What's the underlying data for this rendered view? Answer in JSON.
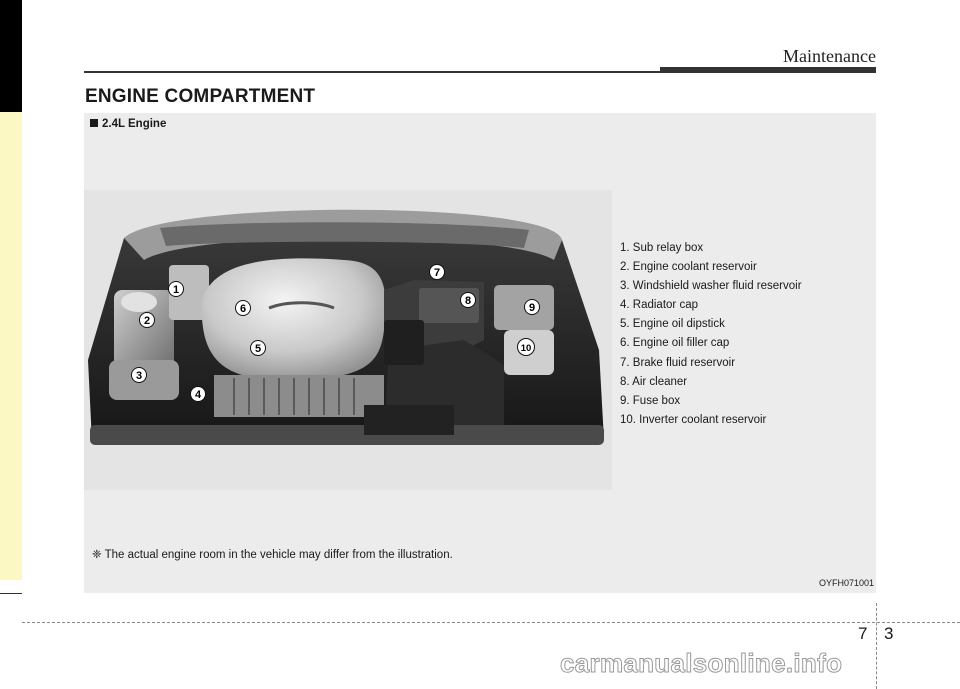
{
  "header": {
    "section_title": "Maintenance"
  },
  "page": {
    "heading": "ENGINE COMPARTMENT",
    "subheading": "2.4L Engine",
    "legend": [
      "1. Sub relay box",
      "2. Engine coolant reservoir",
      "3. Windshield washer fluid reservoir",
      "4. Radiator cap",
      "5. Engine oil dipstick",
      "6. Engine oil filler cap",
      "7. Brake fluid reservoir",
      "8. Air cleaner",
      "9. Fuse box",
      "10. Inverter coolant reservoir"
    ],
    "callouts": [
      "1",
      "2",
      "3",
      "4",
      "5",
      "6",
      "7",
      "8",
      "9",
      "10"
    ],
    "note": "❈ The actual engine room in the vehicle may differ from the illustration.",
    "image_code": "OYFH071001"
  },
  "footer": {
    "chapter": "7",
    "page": "3",
    "watermark": "carmanualsonline.info"
  }
}
